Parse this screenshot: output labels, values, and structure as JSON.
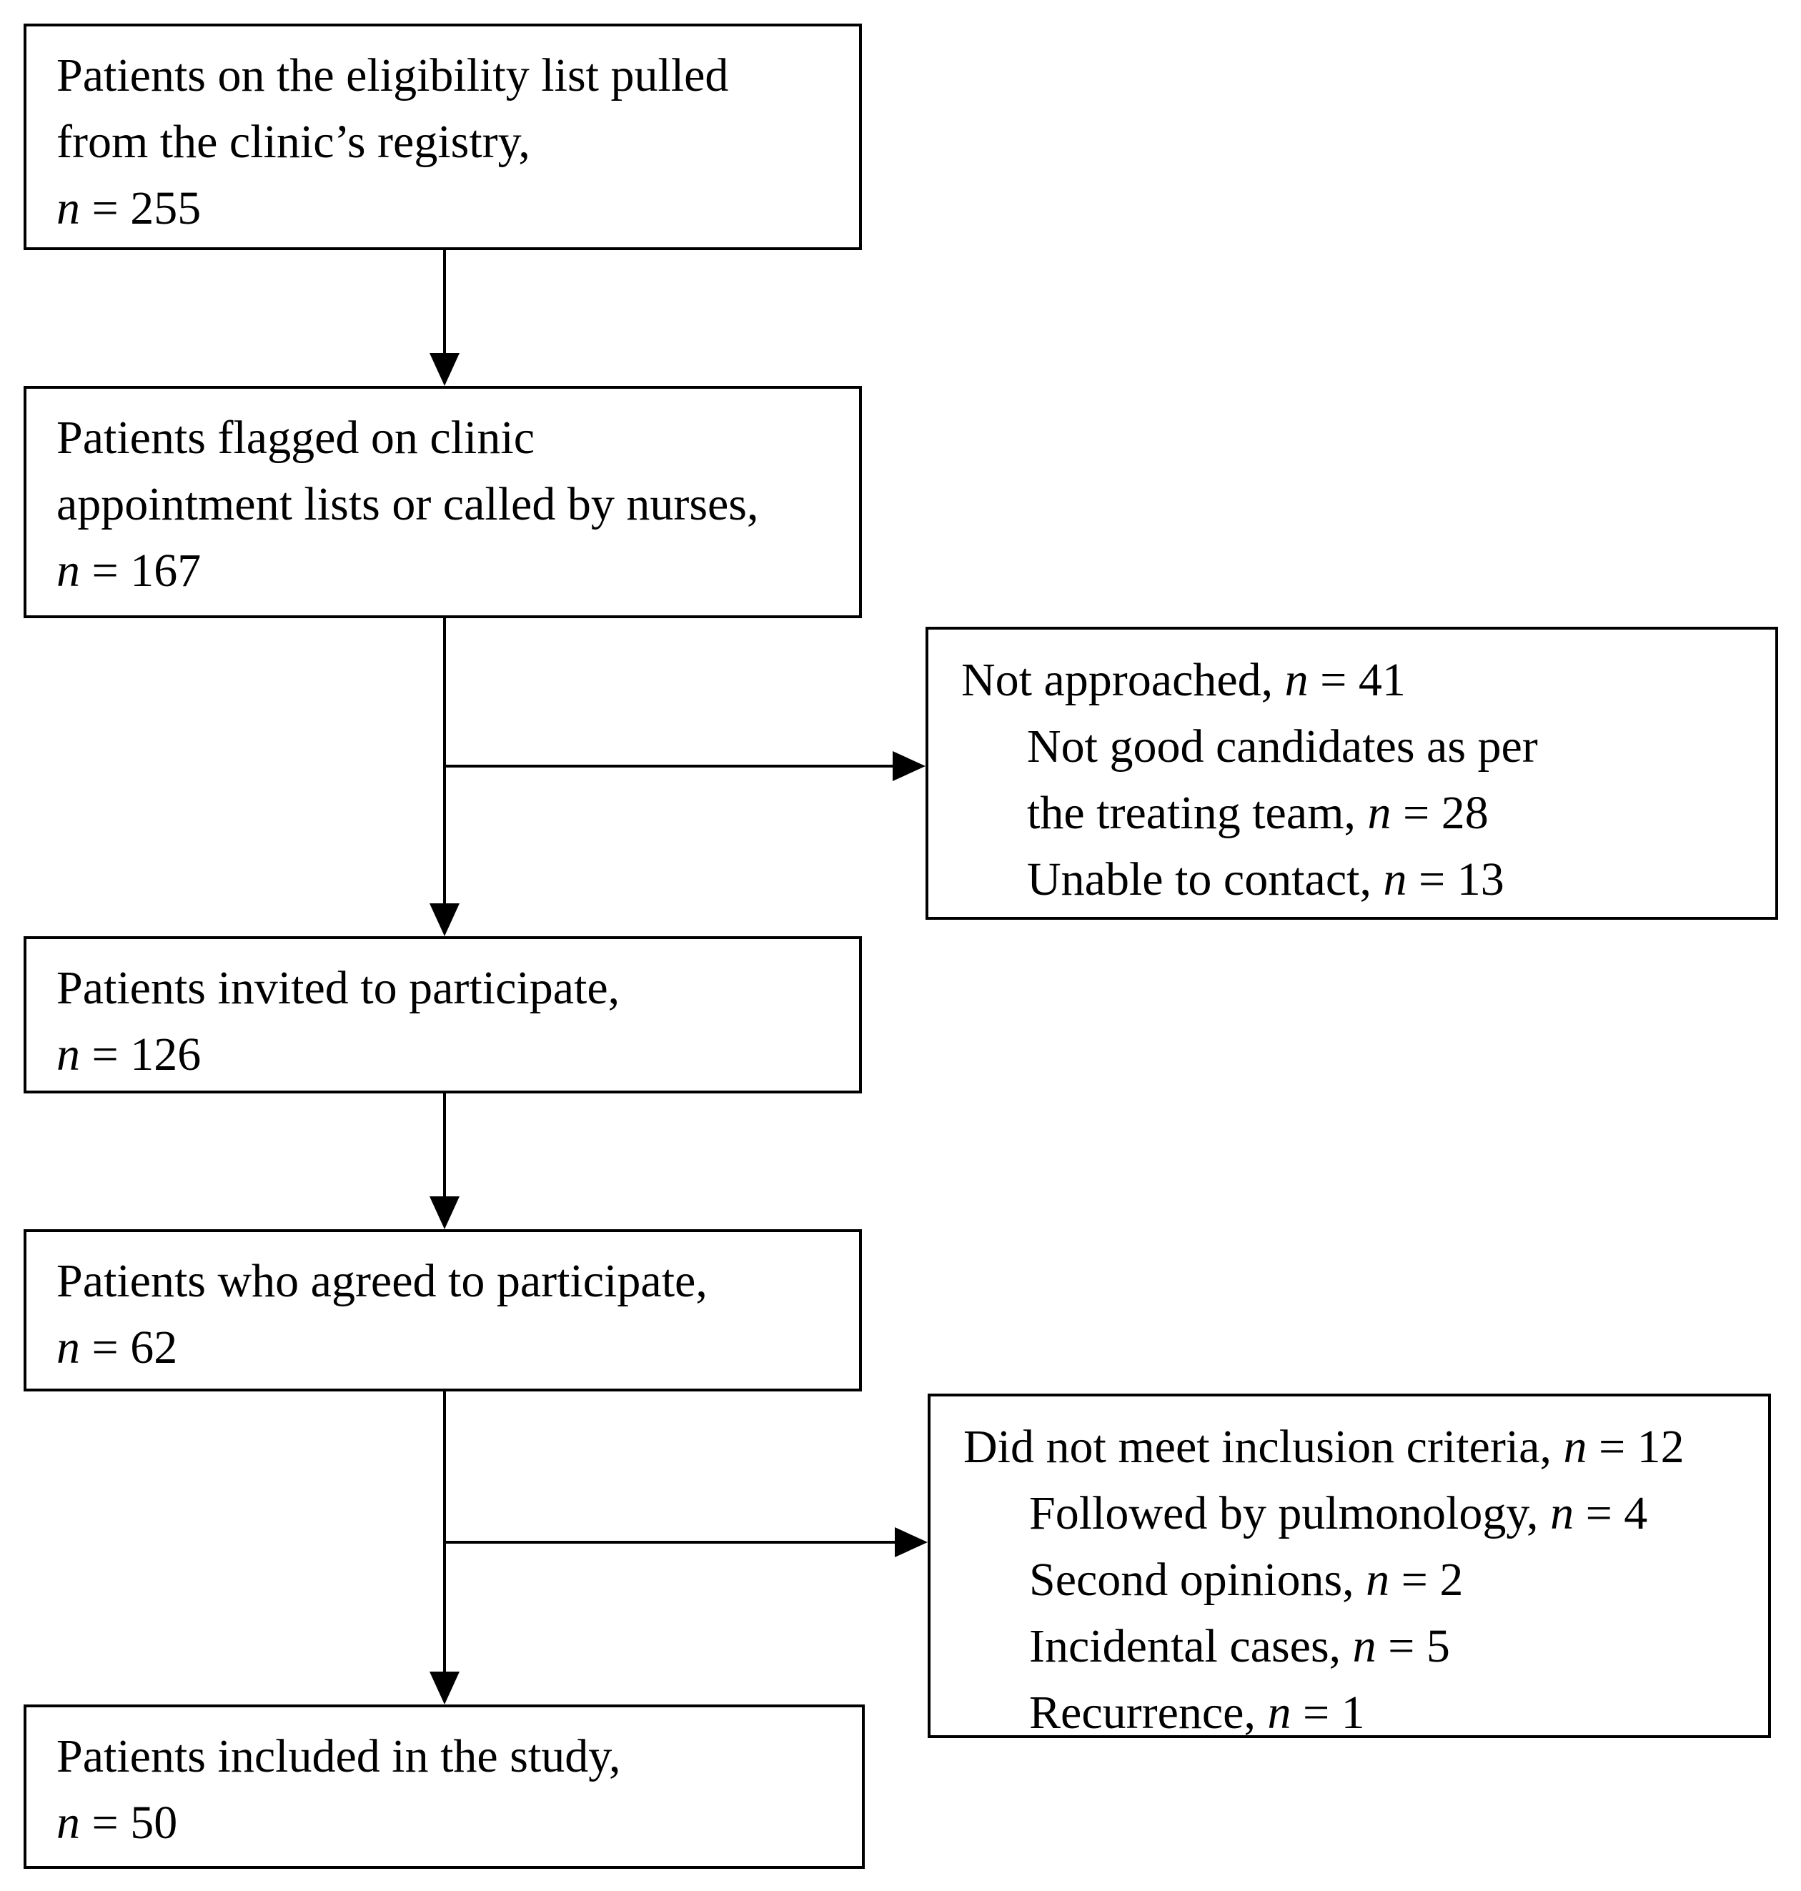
{
  "n_symbol": "n",
  "diagram": {
    "background_color": "#ffffff",
    "line_color": "#000000",
    "boxes": {
      "registry": {
        "lines": [
          {
            "text": "Patients on the eligibility list pulled"
          },
          {
            "text": "from the clinic’s registry,"
          },
          {
            "n_eq": "= 255"
          }
        ]
      },
      "flagged": {
        "lines": [
          {
            "text": "Patients flagged on clinic"
          },
          {
            "text": "appointment lists or called by nurses,"
          },
          {
            "n_eq": "= 167"
          }
        ]
      },
      "invited": {
        "lines": [
          {
            "text": "Patients invited to participate,"
          },
          {
            "n_eq": "= 126"
          }
        ]
      },
      "agreed": {
        "lines": [
          {
            "text": "Patients who agreed to participate,"
          },
          {
            "n_eq": "= 62"
          }
        ]
      },
      "included": {
        "lines": [
          {
            "text": "Patients included in the study,"
          },
          {
            "n_eq": "= 50"
          }
        ]
      },
      "not_approached": {
        "lines": [
          {
            "text": "Not approached,",
            "n_eq": "= 41"
          },
          {
            "text": "Not good candidates as per",
            "indent": true
          },
          {
            "text": "the treating team,",
            "n_eq": "= 28",
            "indent": true
          },
          {
            "text": "Unable to contact,",
            "n_eq": "= 13",
            "indent": true
          }
        ]
      },
      "exclusions": {
        "lines": [
          {
            "text": "Did not meet inclusion criteria,",
            "n_eq": "= 12"
          },
          {
            "text": "Followed by pulmonology,",
            "n_eq": "= 4",
            "indent": true
          },
          {
            "text": "Second opinions,",
            "n_eq": "= 2",
            "indent": true
          },
          {
            "text": "Incidental cases,",
            "n_eq": "= 5",
            "indent": true
          },
          {
            "text": "Recurrence,",
            "n_eq": "= 1",
            "indent": true
          }
        ]
      }
    }
  }
}
